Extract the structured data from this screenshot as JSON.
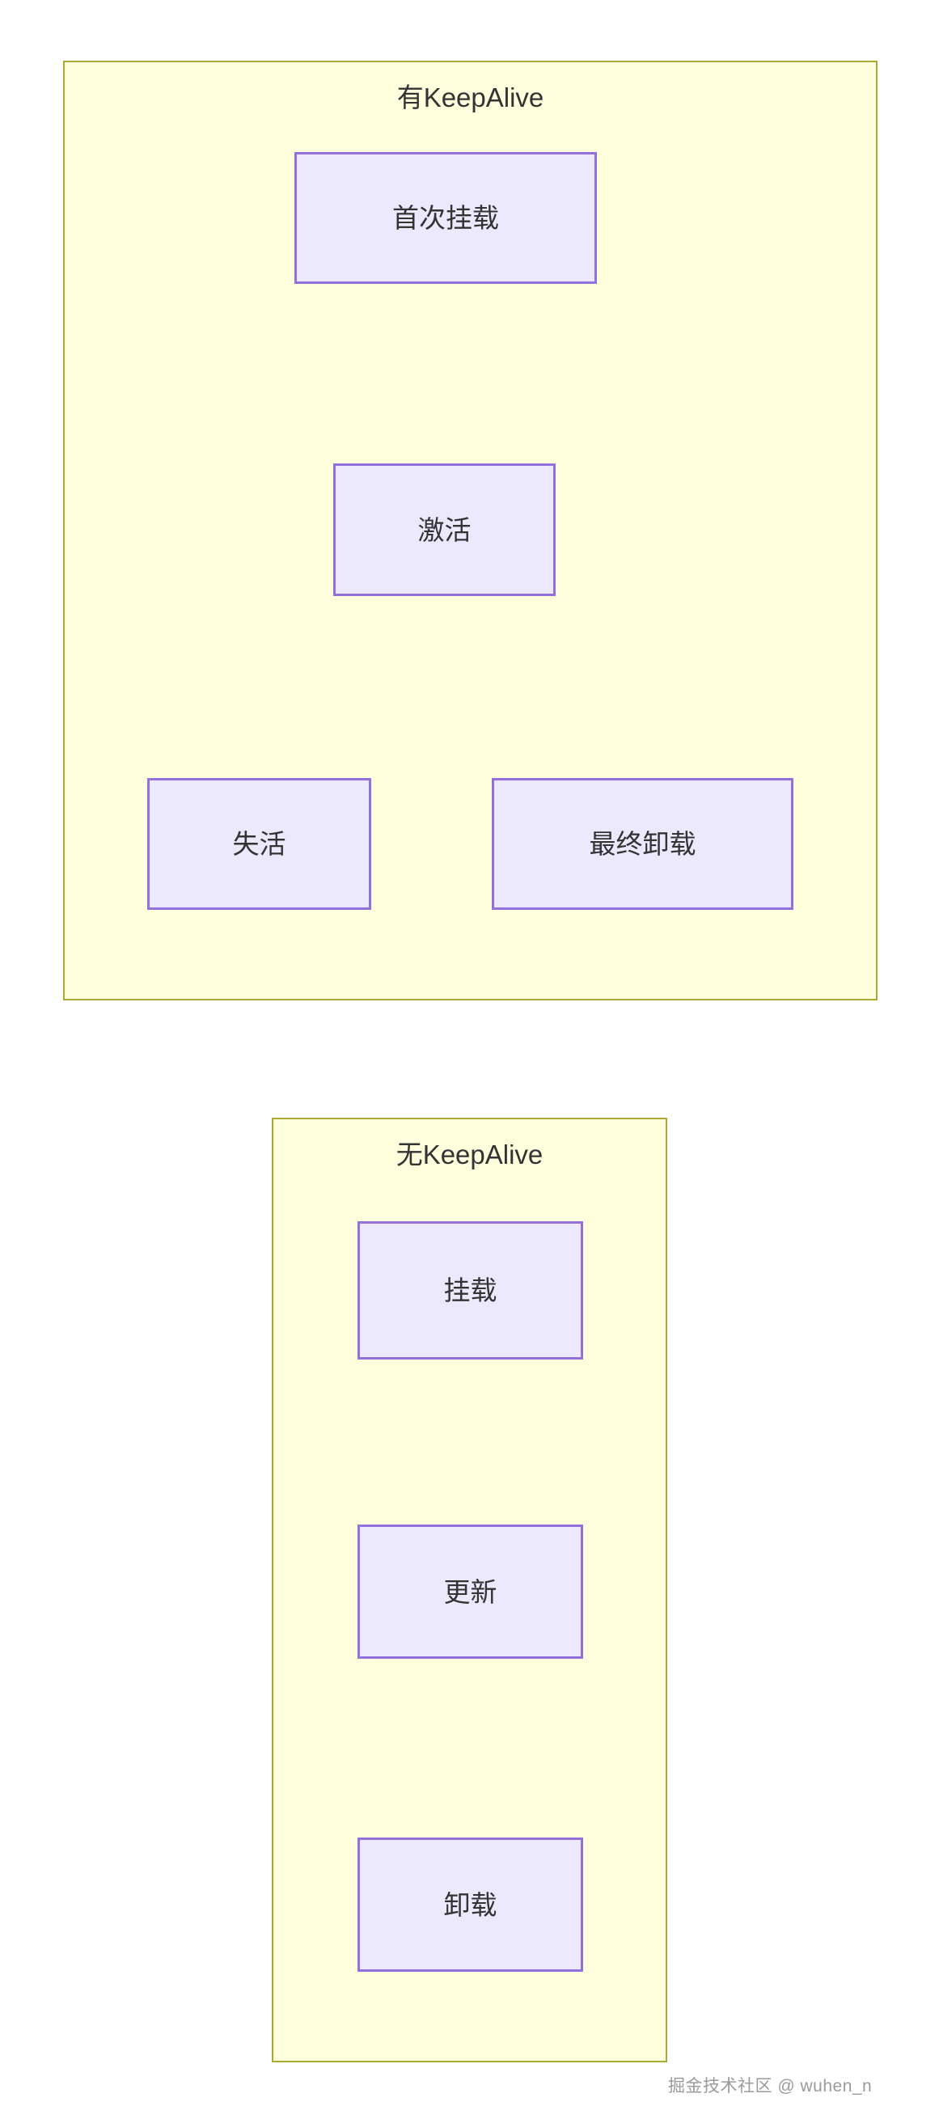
{
  "diagram": {
    "type": "flowchart",
    "background_color": "#ffffff",
    "cluster_fill": "#FFFFDE",
    "cluster_stroke": "#AAAA33",
    "node_fill": "#ECE8FD",
    "node_stroke": "#9370DB",
    "edge_stroke": "#333333",
    "text_color": "#333333",
    "clusters": [
      {
        "id": "keepalive",
        "title": "有KeepAlive",
        "nodes": [
          {
            "id": "first-mount",
            "label": "首次挂载"
          },
          {
            "id": "activate",
            "label": "激活"
          },
          {
            "id": "deactivate",
            "label": "失活"
          },
          {
            "id": "final-unmount",
            "label": "最终卸载"
          }
        ],
        "edges": [
          {
            "from": "first-mount",
            "to": "activate",
            "style": "straight"
          },
          {
            "from": "activate",
            "to": "deactivate",
            "style": "curved"
          },
          {
            "from": "deactivate",
            "to": "activate",
            "style": "curved"
          },
          {
            "from": "activate",
            "to": "final-unmount",
            "style": "curved"
          }
        ]
      },
      {
        "id": "no-keepalive",
        "title": "无KeepAlive",
        "nodes": [
          {
            "id": "mount",
            "label": "挂载"
          },
          {
            "id": "update",
            "label": "更新"
          },
          {
            "id": "unmount",
            "label": "卸载"
          }
        ],
        "edges": [
          {
            "from": "mount",
            "to": "update",
            "style": "straight"
          },
          {
            "from": "update",
            "to": "unmount",
            "style": "straight"
          }
        ]
      }
    ]
  },
  "watermark": {
    "text": "掘金技术社区 @ wuhen_n"
  }
}
